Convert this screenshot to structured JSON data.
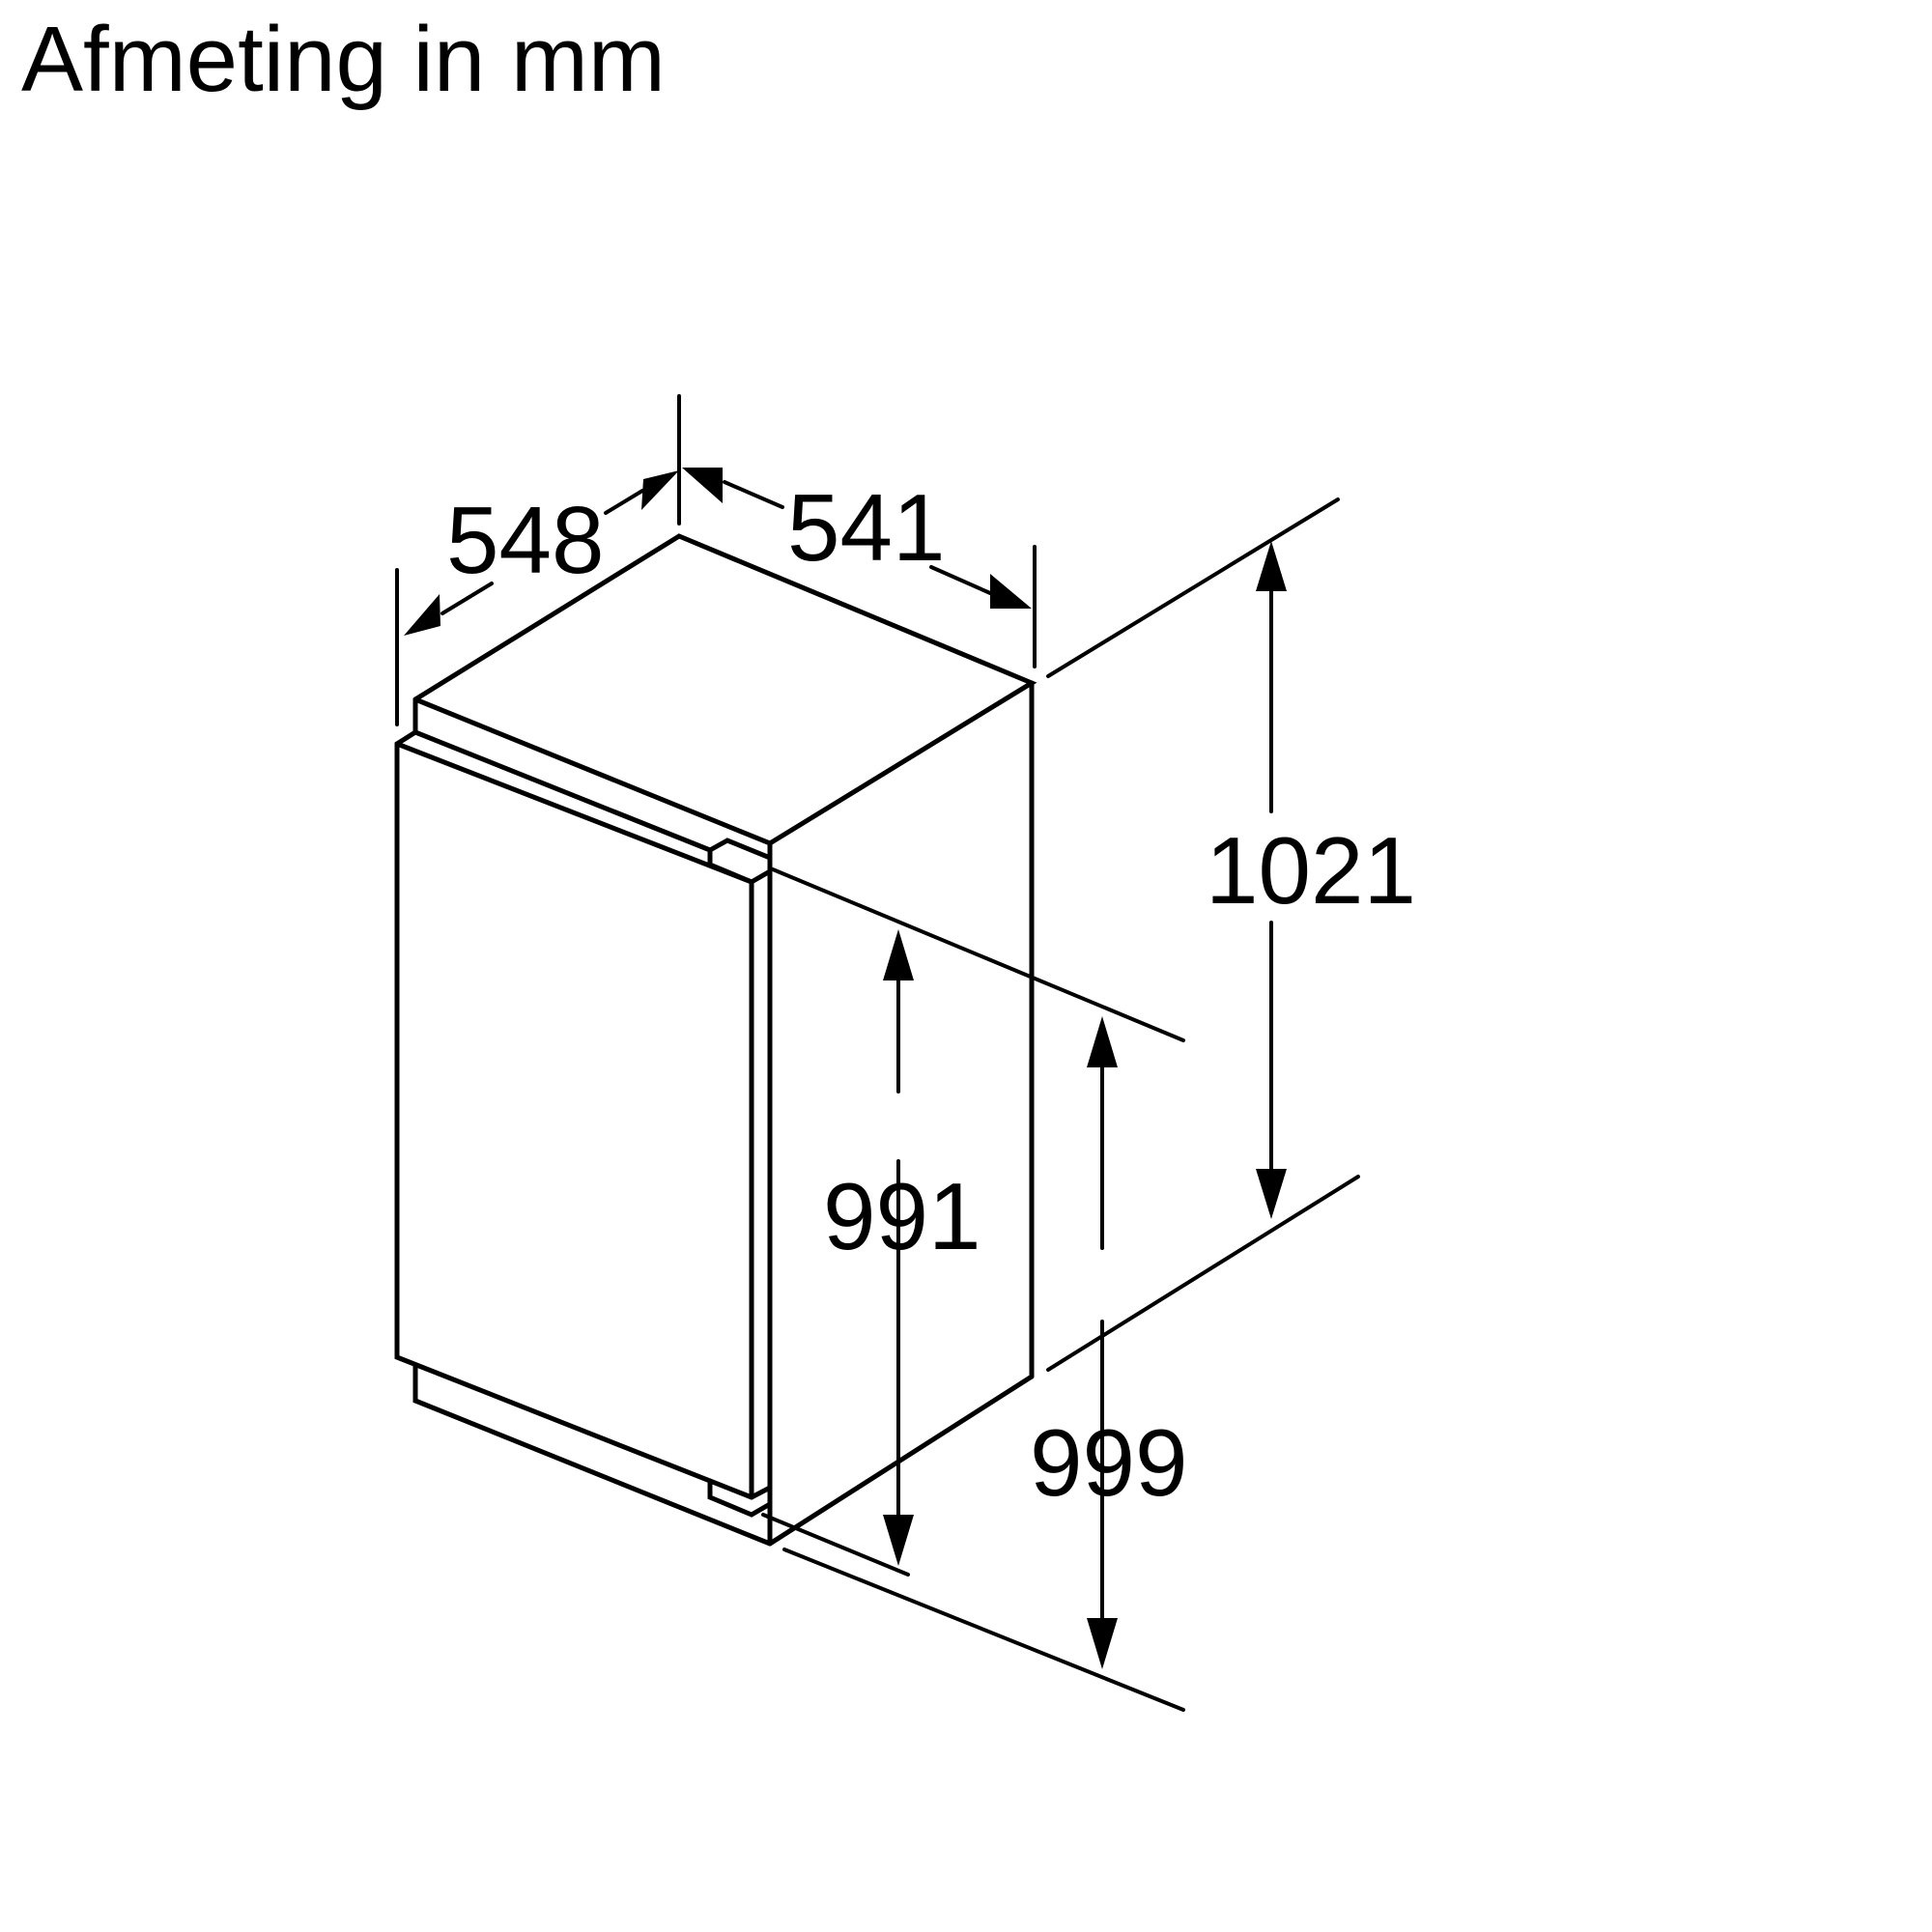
{
  "title": "Afmeting in mm",
  "diagram": {
    "subject": "built-in appliance isometric dimension drawing",
    "units": "mm",
    "dimensions": {
      "depth": "548",
      "width": "541",
      "niche_height": "1021",
      "appliance_height": "991",
      "total_height": "999"
    },
    "line_color": "#000000",
    "background": "#ffffff"
  }
}
